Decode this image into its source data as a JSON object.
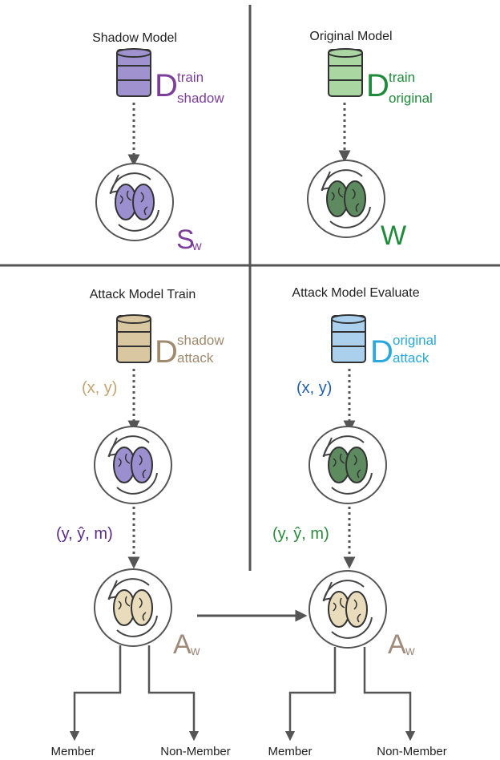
{
  "panels": {
    "shadow": {
      "title": "Shadow Model",
      "dataset": {
        "main": "D",
        "sup": "train",
        "sub": "shadow"
      },
      "model": {
        "main": "S",
        "sub": "w"
      }
    },
    "original": {
      "title": "Original Model",
      "dataset": {
        "main": "D",
        "sup": "train",
        "sub": "original"
      },
      "model": {
        "main": "W"
      }
    },
    "attack_train": {
      "title": "Attack Model Train",
      "dataset": {
        "main": "D",
        "sup": "shadow",
        "sub": "attack"
      },
      "input_pair": "(x, y)",
      "output_triple": "(y, ŷ, m)",
      "model": {
        "main": "A",
        "sub": "w"
      },
      "outputs": [
        "Member",
        "Non-Member"
      ]
    },
    "attack_evaluate": {
      "title": "Attack Model Evaluate",
      "dataset": {
        "main": "D",
        "sup": "original",
        "sub": "attack"
      },
      "input_pair": "(x, y)",
      "output_triple": "(y, ŷ, m)",
      "model": {
        "main": "A",
        "sub": "w"
      },
      "outputs": [
        "Member",
        "Non-Member"
      ]
    }
  },
  "colors": {
    "shadow": "#7b3f99",
    "original": "#1e8a3a",
    "attack_shadow": "#a08a6e",
    "attack_original": "#2aa8dc",
    "pair_tan": "#c2a46e",
    "pair_blue": "#2060a8",
    "triple_purple": "#5a2a8a",
    "triple_green": "#2a8a3a",
    "attack_model": "#a08a7a",
    "db_purple": "#9f92cf",
    "db_green": "#a9d6a1",
    "db_tan": "#d8c7a1",
    "db_blue": "#aad0ee",
    "brain_purple": "#9c8fd0",
    "brain_green": "#5e8a60",
    "brain_tan": "#e9dcbc",
    "lines": "#555555"
  }
}
